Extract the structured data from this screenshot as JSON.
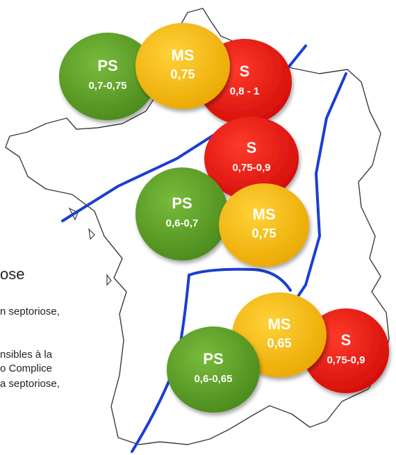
{
  "legend": {
    "title_fragment": "ose",
    "lines": [
      "n septoriose,",
      "nsibles à la",
      "o Complice",
      "a septoriose,"
    ]
  },
  "colors": {
    "PS": "#5a9a26",
    "MS": "#f7b900",
    "S": "#e8110f",
    "boundary": "#1a3fd0"
  },
  "zones": [
    {
      "id": "north",
      "bubbles": [
        {
          "class": "PS",
          "code": "PS",
          "range": "0,7-0,75"
        },
        {
          "class": "MS",
          "code": "MS",
          "range": "0,75"
        },
        {
          "class": "S",
          "code": "S",
          "range": "0,8 - 1"
        }
      ]
    },
    {
      "id": "center",
      "bubbles": [
        {
          "class": "S",
          "code": "S",
          "range": "0,75-0,9"
        },
        {
          "class": "PS",
          "code": "PS",
          "range": "0,6-0,7"
        },
        {
          "class": "MS",
          "code": "MS",
          "range": "0,75"
        }
      ]
    },
    {
      "id": "south",
      "bubbles": [
        {
          "class": "MS",
          "code": "MS",
          "range": "0,65"
        },
        {
          "class": "S",
          "code": "S",
          "range": "0,75-0,9"
        },
        {
          "class": "PS",
          "code": "PS",
          "range": "0,6-0,65"
        }
      ]
    }
  ]
}
